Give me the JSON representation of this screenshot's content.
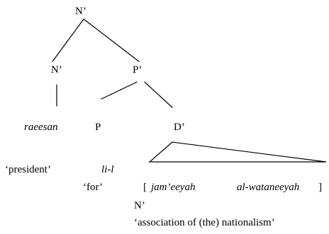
{
  "nodes": {
    "n_bar_root": "N’",
    "n_bar_left": "N’",
    "p_bar": "P’",
    "p_head": "P",
    "d_bar": "D’",
    "n_bar_bottom": "N’"
  },
  "words": {
    "raeesan": "raeesan",
    "li_l": "li-l",
    "bracket_open": "[",
    "jameeyah": "jam’eeyah",
    "alwataneeyah": "al-wataneeyah",
    "bracket_close": "]"
  },
  "glosses": {
    "president": "‘president’",
    "for": "‘for’",
    "association": "‘association of  (the) nationalism’"
  }
}
